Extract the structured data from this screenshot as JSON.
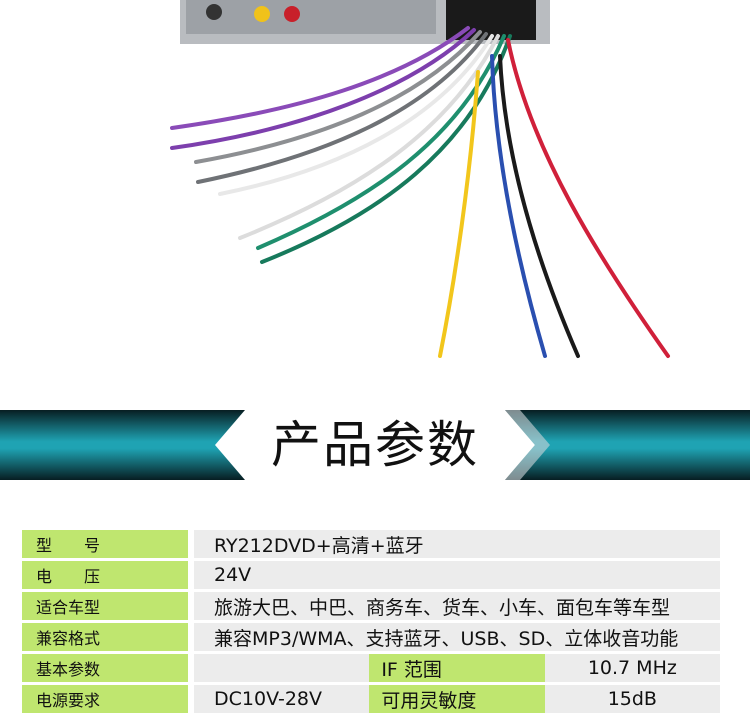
{
  "banner": {
    "title": "产品参数"
  },
  "specs": {
    "rows": [
      {
        "label": "型　　号",
        "value": "RY212DVD+高清+蓝牙"
      },
      {
        "label": "电　　压",
        "value": "24V"
      },
      {
        "label": "适合车型",
        "value": "旅游大巴、中巴、商务车、货车、小车、面包车等车型"
      },
      {
        "label": "兼容格式",
        "value": "兼容MP3/WMA、支持蓝牙、USB、SD、立体收音功能"
      }
    ],
    "split_rows": [
      {
        "label": "基本参数",
        "value": "",
        "sub_label": "IF 范围",
        "sub_value": "10.7 MHz"
      },
      {
        "label": "电源要求",
        "value": "DC10V-28V",
        "sub_label": "可用灵敏度",
        "sub_value": "15dB"
      }
    ]
  },
  "colors": {
    "label_bg": "#bfe66f",
    "value_bg": "#ececec",
    "banner_dark": "#0b2a2e",
    "banner_teal": "#1fa3b3"
  }
}
